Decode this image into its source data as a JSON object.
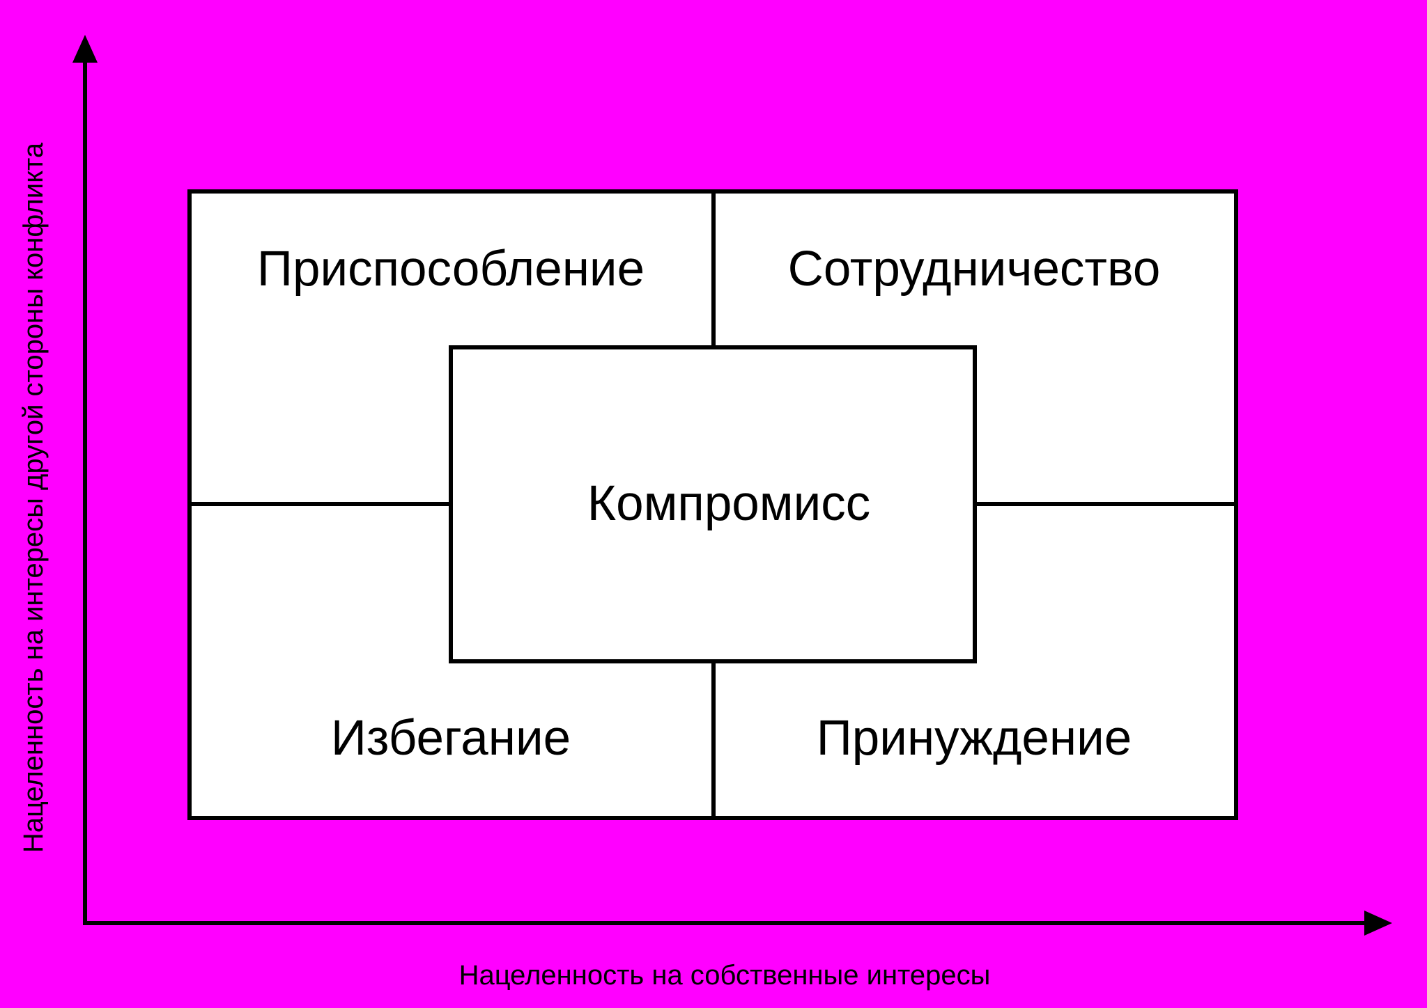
{
  "diagram": {
    "cells": {
      "top_left": "Приспособление",
      "top_right": "Сотрудничество",
      "center": "Компромисс",
      "bottom_left": "Избегание",
      "bottom_right": "Принуждение"
    },
    "axes": {
      "x_label": "Нацеленность на собственные интересы",
      "y_label": "Нацеленность на интересы другой стороны конфликта"
    }
  },
  "colors": {
    "background": "#ff00ff",
    "box_fill": "#ffffff",
    "line": "#000000"
  }
}
